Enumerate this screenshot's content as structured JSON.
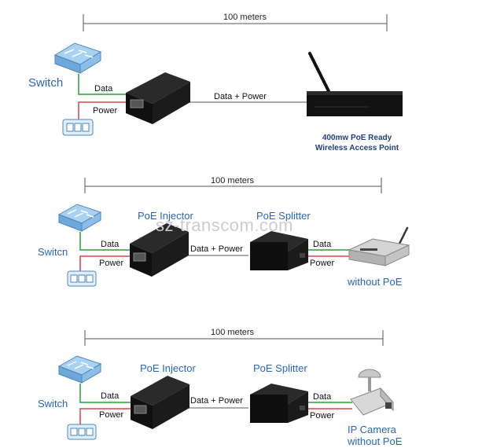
{
  "watermark": "sz-transcom.com",
  "colors": {
    "data_line": "#2e9b3b",
    "power_line": "#d94747",
    "label_blue": "#2a66b8",
    "device_dark": "#151515",
    "switch_blue": "#7fb8e6"
  },
  "panel1": {
    "distance": "100 meters",
    "switch_label": "Switch",
    "data_label": "Data",
    "power_label": "Power",
    "combined_label": "Data + Power",
    "ap_caption_line1": "400mw PoE Ready",
    "ap_caption_line2": "Wireless Access Point"
  },
  "panel2": {
    "distance": "100 meters",
    "switch_label": "Switcn",
    "injector_label": "PoE Injector",
    "splitter_label": "PoE Splitter",
    "data_label_left": "Data",
    "power_label_left": "Power",
    "combined_label": "Data + Power",
    "data_label_right": "Data",
    "power_label_right": "Power",
    "device_label": "without PoE"
  },
  "panel3": {
    "distance": "100 meters",
    "switch_label": "Switch",
    "injector_label": "PoE Injector",
    "splitter_label": "PoE Splitter",
    "data_label_left": "Data",
    "power_label_left": "Power",
    "combined_label": "Data + Power",
    "data_label_right": "Data",
    "power_label_right": "Power",
    "device_label_line1": "IP Camera",
    "device_label_line2": "without PoE"
  }
}
